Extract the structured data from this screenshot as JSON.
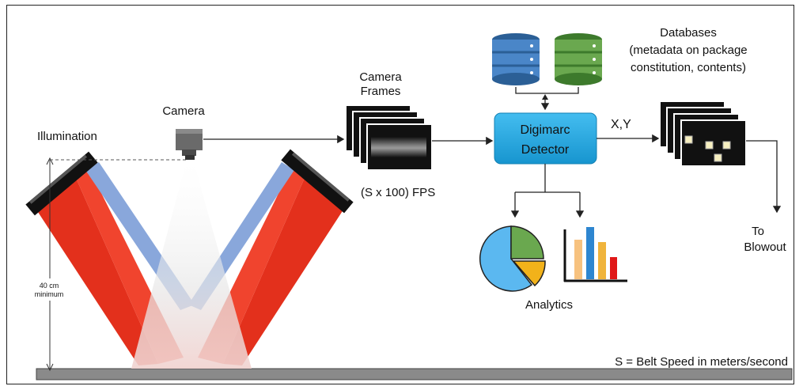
{
  "labels": {
    "illumination": "Illumination",
    "camera": "Camera",
    "camera_frames_line1": "Camera",
    "camera_frames_line2": "Frames",
    "fps": "(S x 100) FPS",
    "databases_title": "Databases",
    "databases_line2": "(metadata on package",
    "databases_line3": "constitution, contents)",
    "detector_line1": "Digimarc",
    "detector_line2": "Detector",
    "xy": "X,Y",
    "analytics": "Analytics",
    "to": "To",
    "blowout": "Blowout",
    "distance_line1": "40 cm",
    "distance_line2": "minimum",
    "belt_speed": "S = Belt Speed in meters/second"
  },
  "colors": {
    "red_beam": "#e0301e",
    "blue_beam": "#7f9fd6",
    "detector_fill": "#1ea7e0",
    "db_blue": "#4a86c8",
    "db_green": "#6aa84f",
    "belt": "#888888"
  },
  "icons": {
    "camera": "camera-icon",
    "database": "database-icon",
    "pie": "pie-chart-icon",
    "bar": "bar-chart-icon"
  }
}
